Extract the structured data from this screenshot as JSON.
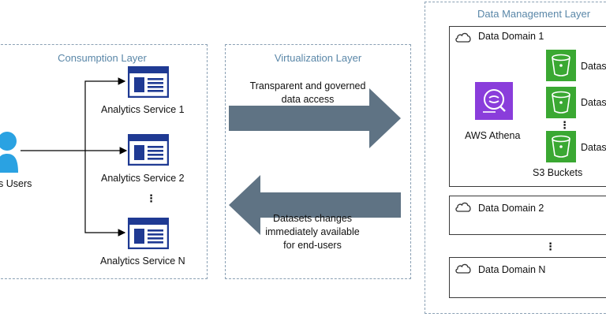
{
  "consumption_layer": {
    "title": "Consumption Layer",
    "users_label": "s Users",
    "services": [
      {
        "label": "Analytics Service 1"
      },
      {
        "label": "Analytics Service 2"
      },
      {
        "label": "Analytics Service N"
      }
    ],
    "ellipsis": "⋮"
  },
  "virtualization_layer": {
    "title": "Virtualization Layer",
    "right_arrow_text_1": "Transparent and governed",
    "right_arrow_text_2": "data access",
    "left_arrow_text_1": "Datasets changes",
    "left_arrow_text_2": "immediately available",
    "left_arrow_text_3": "for end-users"
  },
  "data_management_layer": {
    "title": "Data Management Layer",
    "domains": [
      {
        "label": "Data Domain 1"
      },
      {
        "label": "Data Domain 2"
      },
      {
        "label": "Data Domain N"
      }
    ],
    "athena_label": "AWS Athena",
    "bucket_labels": [
      "Datas",
      "Datas",
      "Datas"
    ],
    "buckets_caption": "S3 Buckets",
    "ellipsis": "⋮"
  },
  "colors": {
    "dashed_border": "#8aa0b4",
    "layer_title": "#5a87a8",
    "arrow_fill": "#5f7384",
    "user_icon": "#2aa2e2",
    "service_icon": "#1f3a93",
    "athena_icon": "#8a3ddb",
    "s3_bucket": "#3aa832"
  }
}
